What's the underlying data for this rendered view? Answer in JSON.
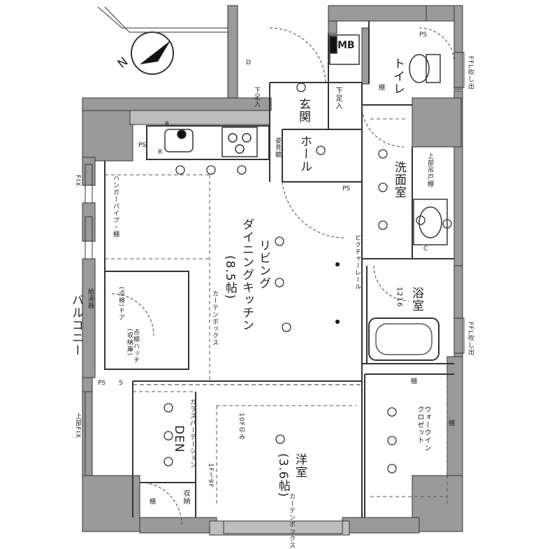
{
  "plan": {
    "rooms": {
      "genkan": "玄関",
      "hall": "ホール",
      "toilet": "トイレ",
      "senmen": "洗面室",
      "yokushitsu": "浴室",
      "yokushitsu_size": "1216",
      "ldk_name": "リビング\nダイニングキッチン",
      "ldk_size": "(8.5帖)",
      "yoshitsu": "洋室",
      "yoshitsu_size": "(3.6帖)",
      "den": "DEN",
      "wic": "ウォークイン\nクロゼット",
      "balcony": "バルコニー",
      "shuno": "収納"
    },
    "labels": {
      "mb": "MB",
      "geta1": "下足入",
      "geta2": "下足入",
      "shoe_mirror": "姿見鏡",
      "ps1": "PS",
      "ps2": "PS",
      "ps3": "PS",
      "ps4": "PS",
      "d_mark": "D",
      "fix_left": "FIX",
      "fix_upper": "上部FIX",
      "kyuto": "給湯器",
      "picture_rail": "ピクチャーレール",
      "curtain_box1": "カーテンボックス",
      "curtain_box2": "カーテンボックス",
      "glass_partition": "ガラスパーテーション",
      "tenf_only": "10Fのみ",
      "range_f": "1F〜9F",
      "tana1": "棚",
      "tana2": "棚",
      "tana3": "棚",
      "tana4": "棚",
      "pipe_shelf": "ハンガーパイプ・棚",
      "pipe_shelf_top": "上部吊戸棚",
      "detach_hatch": "点検ハッチ\n(収納庫)",
      "detach_door": "(点検)ドア",
      "hinge_r": "R",
      "c_mark": "C",
      "fukashi": "FFL吹し出",
      "fukashi2": "FFL吹し出",
      "ss": "S",
      "r_mark": "R"
    },
    "compass": {
      "letter": "N"
    }
  },
  "colors": {
    "wall": "#9a9a9a",
    "line": "#333333",
    "dash": "#555555"
  }
}
